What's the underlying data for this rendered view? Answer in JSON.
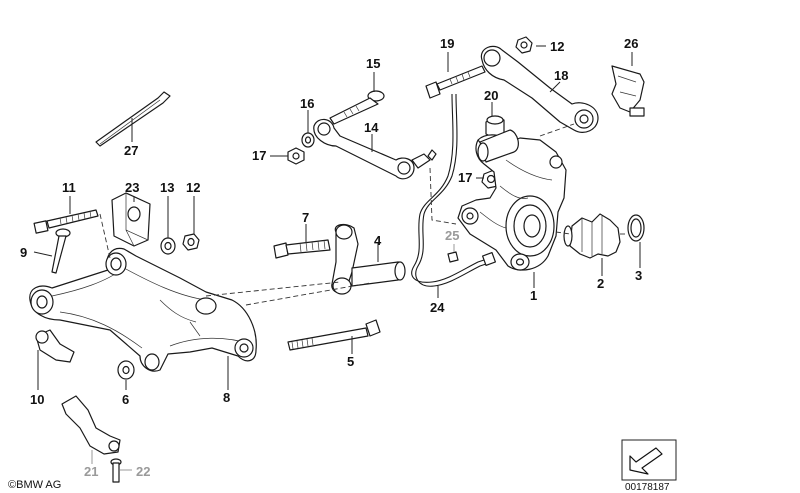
{
  "diagram": {
    "callouts": [
      {
        "id": "c27",
        "label": "27"
      },
      {
        "id": "c11",
        "label": "11"
      },
      {
        "id": "c23",
        "label": "23"
      },
      {
        "id": "c13",
        "label": "13"
      },
      {
        "id": "c12a",
        "label": "12"
      },
      {
        "id": "c9",
        "label": "9"
      },
      {
        "id": "c10",
        "label": "10"
      },
      {
        "id": "c6",
        "label": "6"
      },
      {
        "id": "c8",
        "label": "8"
      },
      {
        "id": "c21",
        "label": "21"
      },
      {
        "id": "c22",
        "label": "22"
      },
      {
        "id": "c7",
        "label": "7"
      },
      {
        "id": "c4",
        "label": "4"
      },
      {
        "id": "c5",
        "label": "5"
      },
      {
        "id": "c15",
        "label": "15"
      },
      {
        "id": "c16",
        "label": "16"
      },
      {
        "id": "c14",
        "label": "14"
      },
      {
        "id": "c17a",
        "label": "17"
      },
      {
        "id": "c19",
        "label": "19"
      },
      {
        "id": "c12b",
        "label": "12"
      },
      {
        "id": "c18",
        "label": "18"
      },
      {
        "id": "c20",
        "label": "20"
      },
      {
        "id": "c17b",
        "label": "17"
      },
      {
        "id": "c25",
        "label": "25"
      },
      {
        "id": "c24",
        "label": "24"
      },
      {
        "id": "c1",
        "label": "1"
      },
      {
        "id": "c26",
        "label": "26"
      },
      {
        "id": "c2",
        "label": "2"
      },
      {
        "id": "c3",
        "label": "3"
      }
    ]
  },
  "footer": {
    "copyright": "©BMW AG",
    "doc_number": "00178187"
  }
}
